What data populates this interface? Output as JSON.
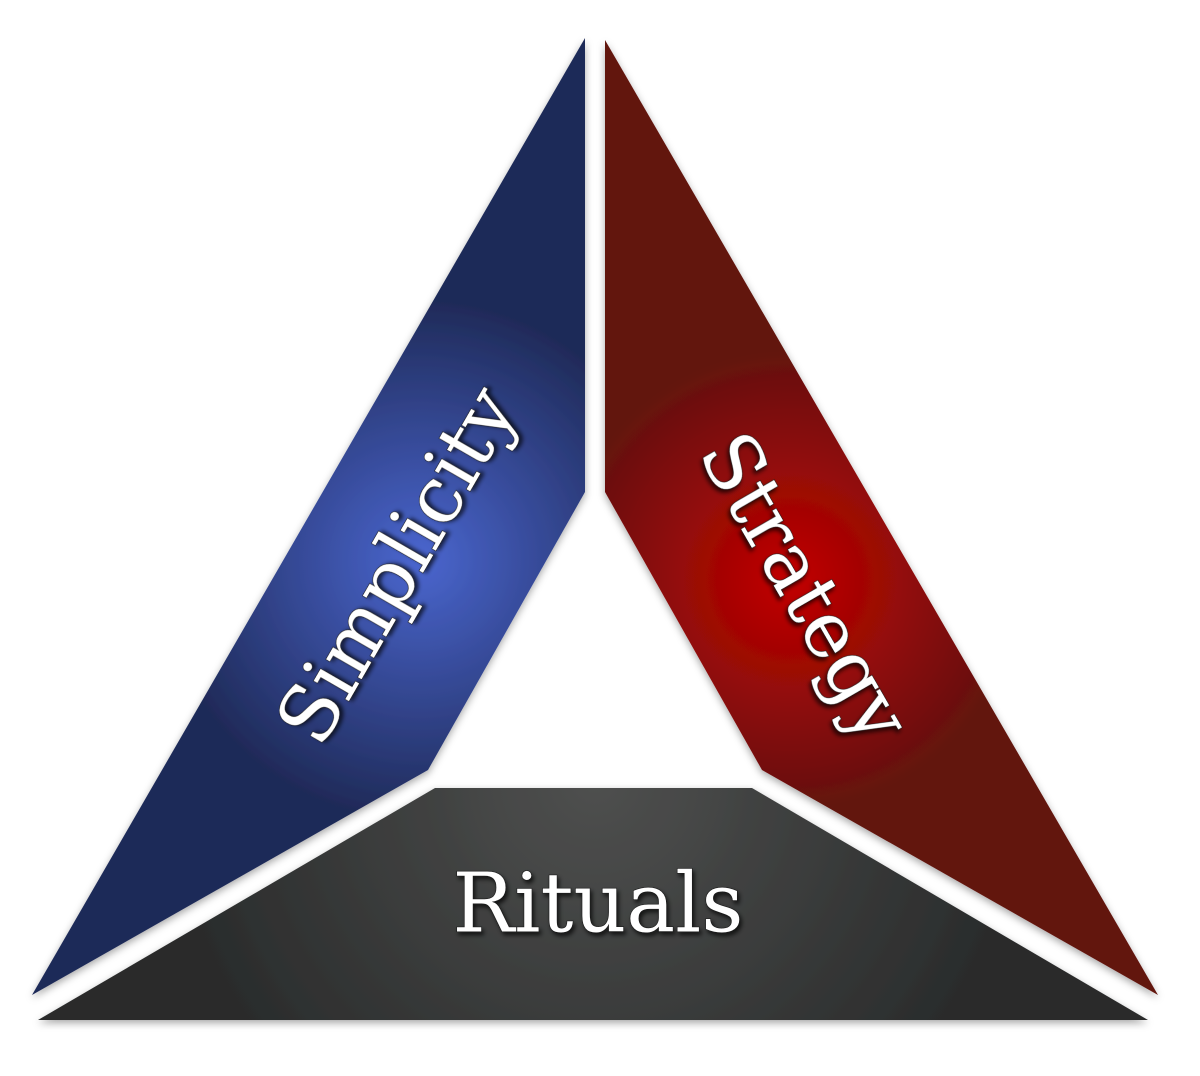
{
  "diagram": {
    "segments": [
      {
        "id": "left",
        "label": "Simplicity",
        "color": "#1f2a58",
        "glow": "#4a66cf"
      },
      {
        "id": "right",
        "label": "Strategy",
        "color": "#62130f",
        "glow": "#c20000"
      },
      {
        "id": "bottom",
        "label": "Rituals",
        "color": "#2a2c2c",
        "glow": "#4f504f"
      }
    ]
  }
}
